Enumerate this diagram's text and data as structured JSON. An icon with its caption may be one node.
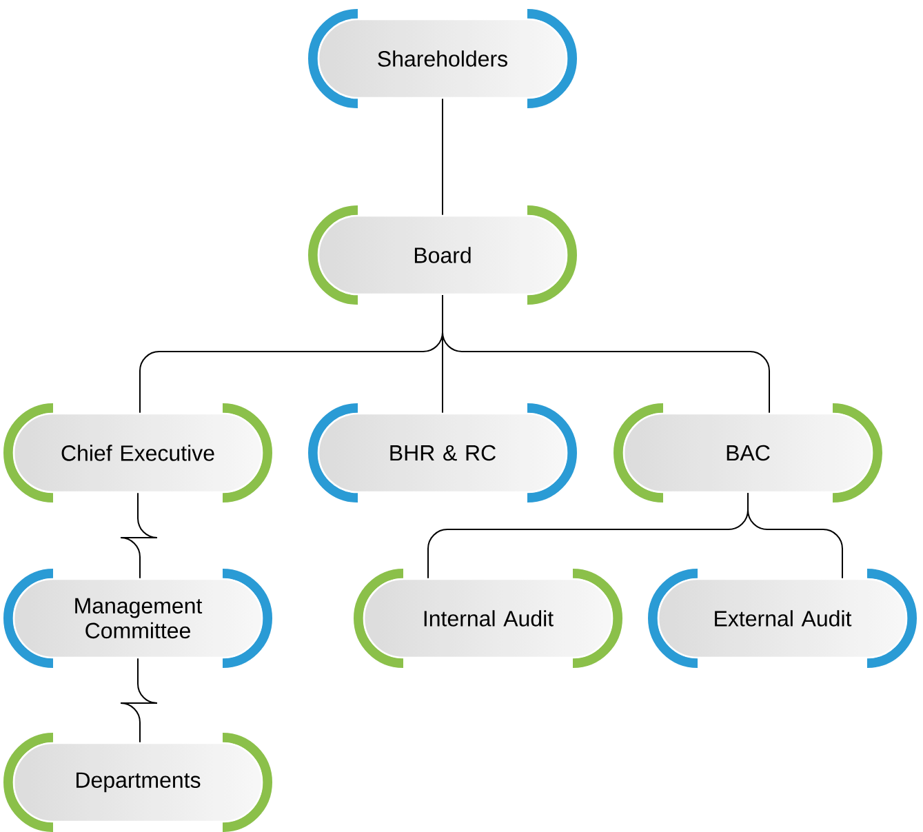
{
  "diagram": {
    "nodes": [
      {
        "text": [
          "Shareholders"
        ]
      },
      {
        "text": [
          "Board"
        ]
      },
      {
        "text": [
          "Chief Executive"
        ]
      },
      {
        "text": [
          "BHR & RC"
        ]
      },
      {
        "text": [
          "BAC"
        ]
      },
      {
        "text": [
          "Management Committee"
        ]
      },
      {
        "text": [
          "Internal Audit"
        ]
      },
      {
        "text": [
          "External Audit"
        ]
      },
      {
        "text": [
          "Departments"
        ]
      }
    ],
    "edges": [
      {
        "from": 0,
        "to": 1,
        "arrow": "none"
      },
      {
        "from": 1,
        "to": 2,
        "arrow": "none"
      },
      {
        "from": 1,
        "to": 3,
        "arrow": "none"
      },
      {
        "from": 1,
        "to": 4,
        "arrow": "none"
      },
      {
        "from": 2,
        "to": 5,
        "arrow": "none"
      },
      {
        "from": 5,
        "to": 8,
        "arrow": "none"
      },
      {
        "from": 4,
        "to": 6,
        "arrow": "none"
      },
      {
        "from": 4,
        "to": 7,
        "arrow": "none"
      }
    ]
  }
}
